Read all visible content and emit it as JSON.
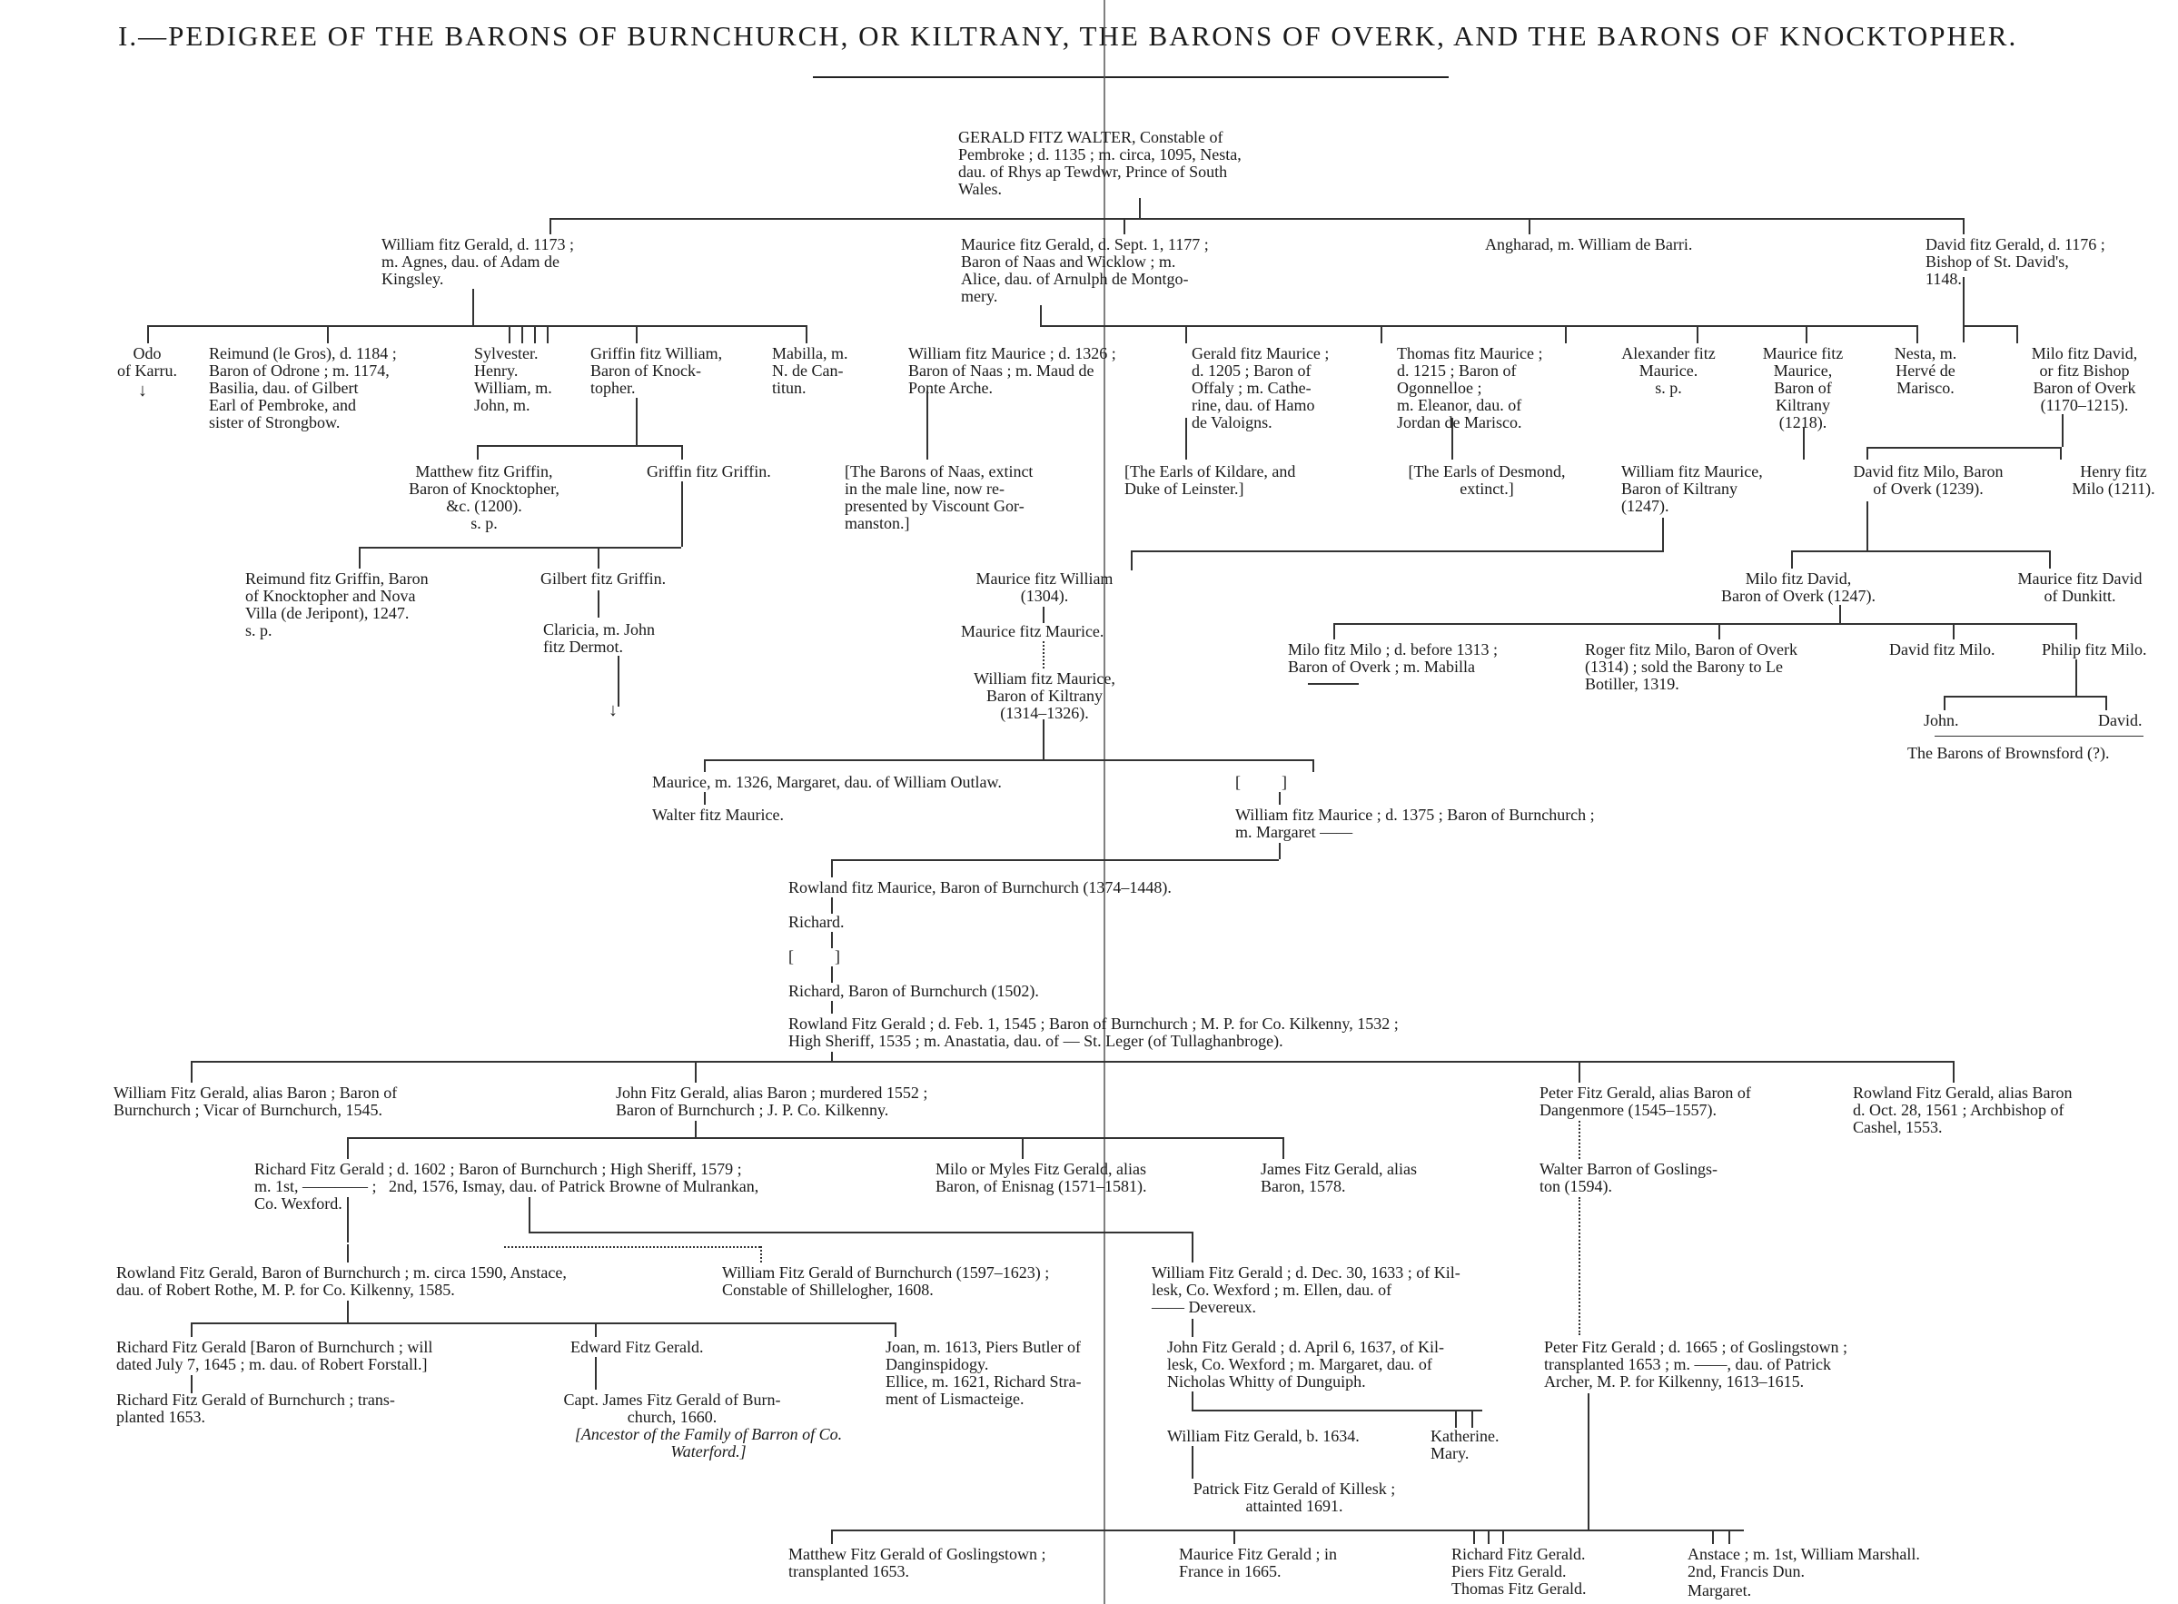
{
  "title": "I.—PEDIGREE OF THE BARONS OF BURNCHURCH, OR KILTRANY, THE BARONS OF OVERK, AND THE BARONS OF KNOCKTOPHER.",
  "people": {
    "gerald": "GERALD FITZ WALTER, Constable of\nPembroke ; d. 1135 ; m. circa, 1095, Nesta,\ndau. of Rhys ap Tewdwr, Prince of South\nWales.",
    "william_fg": "William fitz Gerald, d. 1173 ;\nm. Agnes, dau. of Adam de\nKingsley.",
    "maurice_fg": "Maurice fitz Gerald, d. Sept. 1, 1177 ;\nBaron of Naas and Wicklow ; m.\nAlice, dau. of Arnulph de Montgo-\nmery.",
    "angharad": "Angharad, m. William de Barri.",
    "david_fg": "David fitz Gerald, d. 1176 ;\nBishop of St. David's,\n1148.",
    "odo": "Odo\nof Karru.",
    "reimund": "Reimund (le Gros), d. 1184 ;\nBaron of Odrone ; m. 1174,\nBasilia, dau. of Gilbert\nEarl of Pembroke, and\nsister of Strongbow.",
    "sylvester": "Sylvester.\nHenry.\nWilliam, m.\nJohn, m.",
    "griffin": "Griffin fitz William,\nBaron of Knock-\ntopher.",
    "mabilla": "Mabilla, m.\nN. de Can-\ntitun.",
    "william_fm": "William fitz Maurice ; d. 1326 ;\nBaron of Naas ; m. Maud de\nPonte Arche.",
    "gerald_fm": "Gerald fitz Maurice ;\nd. 1205 ; Baron of\nOffaly ; m. Cathe-\nrine, dau. of Hamo\nde Valoigns.",
    "thomas_fm": "Thomas fitz Maurice ;\nd. 1215 ; Baron of\nOgonnelloe ;\nm. Eleanor, dau. of\nJordan de Marisco.",
    "alexander": "Alexander fitz\nMaurice.\ns. p.",
    "maurice_fm": "Maurice fitz\nMaurice,\nBaron of\nKiltrany\n(1218).",
    "nesta": "Nesta, m.\nHervé de\nMarisco.",
    "milo_fd": "Milo fitz David,\nor fitz Bishop\nBaron of Overk\n(1170–1215).",
    "matthew_fg": "Matthew fitz Griffin,\nBaron of Knocktopher,\n&c. (1200).\ns. p.",
    "griffin_fg": "Griffin fitz Griffin.",
    "naas": "[The Barons of Naas, extinct\nin the male line, now re-\npresented by Viscount Gor-\nmanston.]",
    "kildare": "[The Earls of Kildare, and\nDuke of Leinster.]",
    "desmond": "[The Earls of Desmond,\nextinct.]",
    "william_fm2": "William fitz Maurice,\nBaron of Kiltrany\n(1247).",
    "david_fm": "David fitz Milo, Baron\nof Overk (1239).",
    "henry_fm": "Henry fitz\nMilo (1211).",
    "reimund_fg": "Reimund fitz Griffin, Baron\nof Knocktopher and Nova\nVilla (de Jeripont), 1247.\ns. p.",
    "gilbert": "Gilbert fitz Griffin.",
    "claricia": "Claricia, m. John\nfitz Dermot.",
    "maurice_fw": "Maurice fitz William\n(1304).",
    "maurice_fm3": "Maurice fitz Maurice.",
    "william_fm3": "William fitz Maurice,\nBaron of Kiltrany\n(1314–1326).",
    "milo_fd2": "Milo fitz David,\nBaron of Overk (1247).",
    "maurice_fd": "Maurice fitz David\nof Dunkitt.",
    "milo_fm": "Milo fitz Milo ; d. before 1313 ;\nBaron of Overk ; m. Mabilla",
    "roger_fm": "Roger fitz Milo, Baron of Overk\n(1314) ; sold the Barony to Le\nBotiller, 1319.",
    "david_fm2": "David fitz Milo.",
    "philip_fm": "Philip fitz Milo.",
    "john_b": "John.",
    "david_b": "David.",
    "brownsford": "The Barons of Brownsford (?).",
    "maurice_1326": "Maurice, m. 1326, Margaret, dau. of William Outlaw.",
    "walter_fm": "Walter fitz Maurice.",
    "bracket1": "[          ]",
    "william_1375": "William fitz Maurice ; d. 1375 ; Baron of Burnchurch ;\nm. Margaret ——",
    "rowland_fm": "Rowland fitz Maurice, Baron of Burnchurch (1374–1448).",
    "richard1": "Richard.",
    "bracket2": "[          ]",
    "richard2": "Richard, Baron of Burnchurch (1502).",
    "rowland_fg": "Rowland Fitz Gerald ; d. Feb. 1, 1545 ; Baron of Burnchurch ; M. P. for Co. Kilkenny, 1532 ;\nHigh Sheriff, 1535 ; m. Anastatia, dau. of — St. Leger (of Tullaghanbroge).",
    "william_fg2": "William Fitz Gerald, alias Baron ; Baron of\nBurnchurch ; Vicar of Burnchurch, 1545.",
    "john_fg": "John Fitz Gerald, alias Baron ; murdered 1552 ;\nBaron of Burnchurch ; J. P. Co. Kilkenny.",
    "peter_fg": "Peter Fitz Gerald, alias Baron of\nDangenmore (1545–1557).",
    "rowland_fg2": "Rowland Fitz Gerald, alias Baron\nd. Oct. 28, 1561 ; Archbishop of\nCashel, 1553.",
    "richard_fg": "Richard Fitz Gerald ; d. 1602 ; Baron of Burnchurch ; High Sheriff, 1579 ;\nm. 1st, ———— ;   2nd, 1576, Ismay, dau. of Patrick Browne of Mulrankan,\nCo. Wexford.",
    "milo_myles": "Milo or Myles Fitz Gerald, alias\nBaron, of Enisnag (1571–1581).",
    "james_fg": "James Fitz Gerald, alias\nBaron, 1578.",
    "walter_barron": "Walter Barron of Goslings-\nton (1594).",
    "rowland_fg3": "Rowland Fitz Gerald, Baron of Burnchurch ; m. circa 1590, Anstace,\ndau. of Robert Rothe, M. P. for Co. Kilkenny, 1585.",
    "william_fg3": "William Fitz Gerald of Burnchurch (1597–1623) ;\nConstable of Shillelogher, 1608.",
    "william_fg4": "William Fitz Gerald ; d. Dec. 30, 1633 ; of Kil-\nlesk, Co. Wexford ; m. Ellen, dau. of\n—— Devereux.",
    "richard_fg2": "Richard Fitz Gerald [Baron of Burnchurch ; will\ndated July 7, 1645 ; m. dau. of Robert Forstall.]",
    "edward_fg": "Edward Fitz Gerald.",
    "joan": "Joan, m. 1613, Piers Butler of\nDanginspidogy.\nEllice, m. 1621, Richard Stra-\nment of Lismacteige.",
    "john_fg2": "John Fitz Gerald ; d. April 6, 1637, of Kil-\nlesk, Co. Wexford ; m. Margaret, dau. of\nNicholas Whitty of Dunguiph.",
    "peter_fg2": "Peter Fitz Gerald ; d. 1665 ; of Goslingstown ;\ntransplanted 1653 ; m. ——, dau. of Patrick\nArcher, M. P. for Kilkenny, 1613–1615.",
    "richard_fg3": "Richard Fitz Gerald of Burnchurch ; trans-\nplanted 1653.",
    "james_capt": "Capt. James Fitz Gerald of Burn-\nchurch, 1660.",
    "ancestor": "[Ancestor of the Family of Barron of Co.\nWaterford.]",
    "william_1634": "William Fitz Gerald, b. 1634.",
    "katherine": "Katherine.\nMary.",
    "patrick_fg": "Patrick Fitz Gerald of Killesk ;\nattainted 1691.",
    "matthew_fg2": "Matthew Fitz Gerald of Goslingstown ;\ntransplanted 1653.",
    "maurice_fg2": "Maurice Fitz Gerald ; in\nFrance in 1665.",
    "richard_fg4": "Richard Fitz Gerald.\nPiers Fitz Gerald.\nThomas Fitz Gerald.",
    "anstace": "Anstace ; m. 1st, William Marshall.\n2nd, Francis Dun.",
    "margaret": "Margaret."
  }
}
